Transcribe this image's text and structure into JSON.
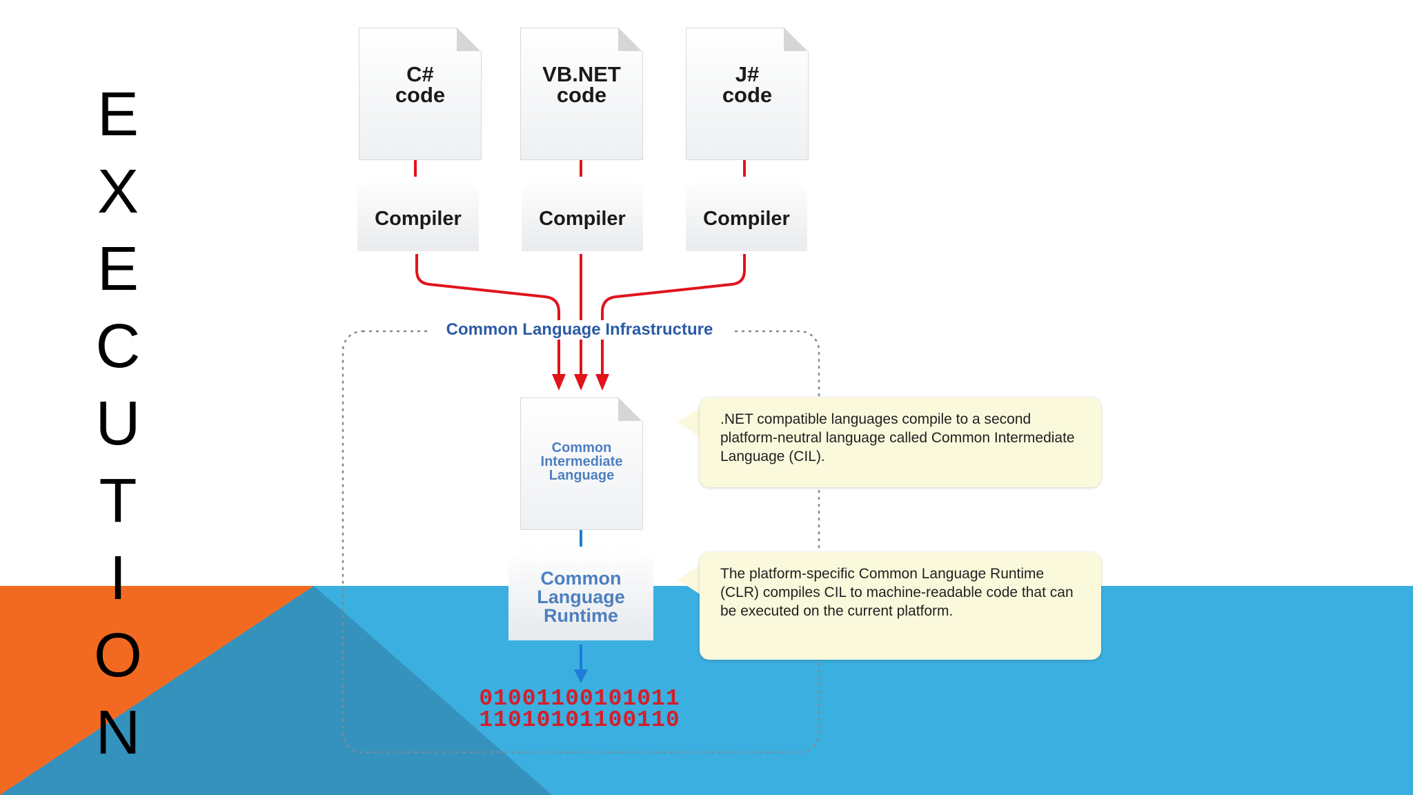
{
  "slide": {
    "title_letters": [
      "E",
      "X",
      "E",
      "C",
      "U",
      "T",
      "I",
      "O",
      "N"
    ],
    "colors": {
      "orange": "#f26a21",
      "blue": "#3bafe0",
      "overlap": "#3592bd",
      "red_arrow": "#e1131b",
      "blue_arrow": "#1e7bd8"
    }
  },
  "diagram": {
    "sources": [
      {
        "line1": "C#",
        "line2": "code"
      },
      {
        "line1": "VB.NET",
        "line2": "code"
      },
      {
        "line1": "J#",
        "line2": "code"
      }
    ],
    "compiler_label": "Compiler",
    "cli_title": "Common Language Infrastructure",
    "cil": {
      "line1": "Common",
      "line2": "Intermediate",
      "line3": "Language"
    },
    "clr": {
      "line1": "Common",
      "line2": "Language",
      "line3": "Runtime"
    },
    "binary": {
      "line1": "01001100101011",
      "line2": "11010101100110"
    },
    "notes": [
      {
        "text": ".NET compatible languages compile to a second platform-neutral language called Common Intermediate Language (CIL)."
      },
      {
        "text": "The platform-specific Common Language Runtime (CLR) compiles CIL to machine-readable code that can be executed on the current platform."
      }
    ]
  }
}
